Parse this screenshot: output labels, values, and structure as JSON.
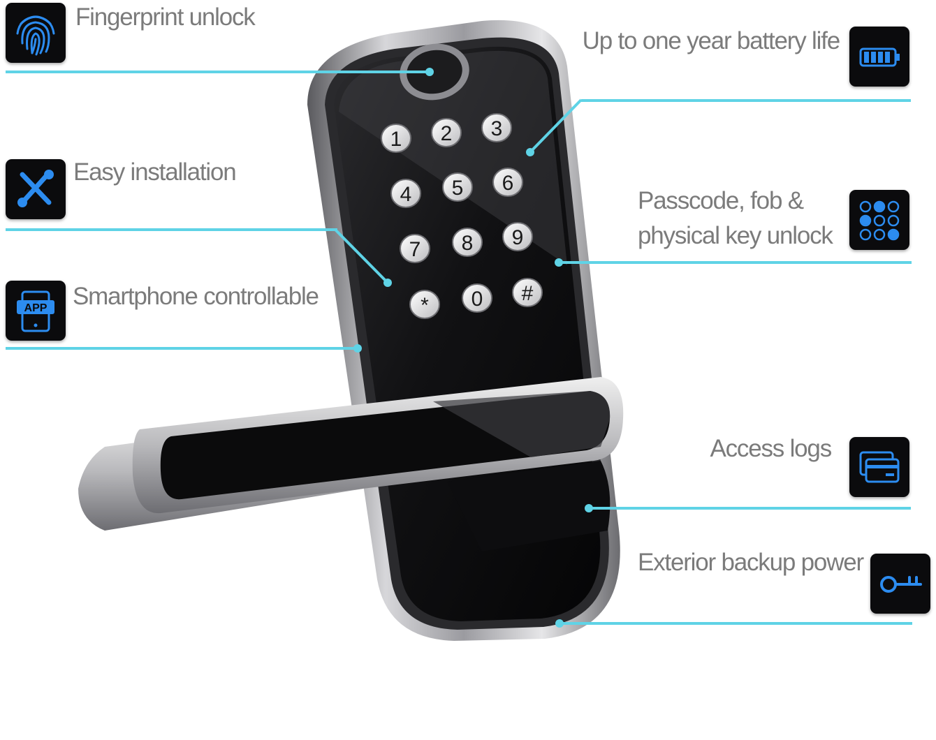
{
  "features": {
    "fingerprint": {
      "label": "Fingerprint unlock",
      "icon": "fingerprint-icon"
    },
    "battery": {
      "label": "Up to one year battery life",
      "icon": "battery-icon"
    },
    "installation": {
      "label": "Easy installation",
      "icon": "tools-icon"
    },
    "passcode": {
      "line1": "Passcode, fob &",
      "line2": "physical key unlock",
      "icon": "keypad-icon"
    },
    "smartphone": {
      "label": "Smartphone controllable",
      "icon": "app-phone-icon"
    },
    "access_logs": {
      "label": "Access logs",
      "icon": "cards-icon"
    },
    "backup_power": {
      "label": "Exterior backup power",
      "icon": "key-icon"
    }
  },
  "keypad": {
    "keys": [
      "1",
      "2",
      "3",
      "4",
      "5",
      "6",
      "7",
      "8",
      "9",
      "*",
      "0",
      "#"
    ]
  },
  "app_icon_text": "APP",
  "colors": {
    "accent": "#5fd3e6",
    "icon_blue": "#2c8cf0",
    "tile_bg": "#0b0b0d",
    "label_gray": "#7b7b7b"
  }
}
